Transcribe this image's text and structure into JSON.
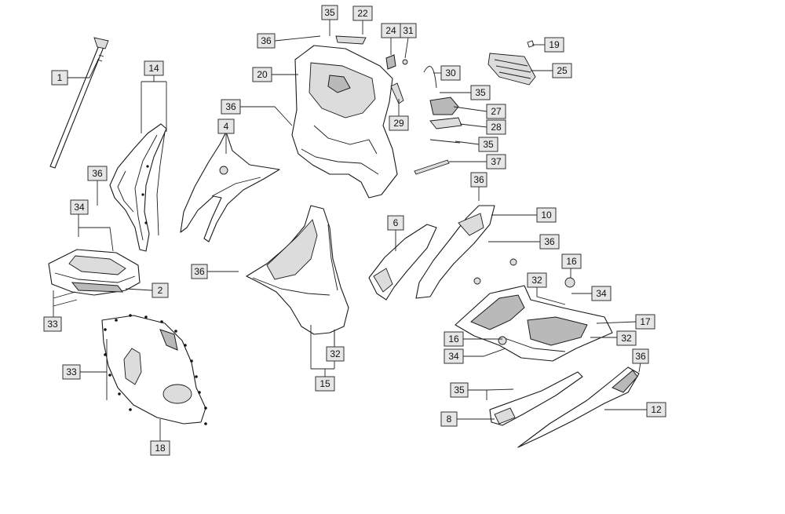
{
  "callouts": [
    {
      "id": "c1",
      "label": "1"
    },
    {
      "id": "c2",
      "label": "2"
    },
    {
      "id": "c4",
      "label": "4"
    },
    {
      "id": "c6",
      "label": "6"
    },
    {
      "id": "c8",
      "label": "8"
    },
    {
      "id": "c10",
      "label": "10"
    },
    {
      "id": "c12",
      "label": "12"
    },
    {
      "id": "c14",
      "label": "14"
    },
    {
      "id": "c15",
      "label": "15"
    },
    {
      "id": "c16a",
      "label": "16"
    },
    {
      "id": "c16b",
      "label": "16"
    },
    {
      "id": "c17",
      "label": "17"
    },
    {
      "id": "c18",
      "label": "18"
    },
    {
      "id": "c19",
      "label": "19"
    },
    {
      "id": "c20",
      "label": "20"
    },
    {
      "id": "c22",
      "label": "22"
    },
    {
      "id": "c24",
      "label": "24"
    },
    {
      "id": "c25",
      "label": "25"
    },
    {
      "id": "c27",
      "label": "27"
    },
    {
      "id": "c28",
      "label": "28"
    },
    {
      "id": "c29",
      "label": "29"
    },
    {
      "id": "c30",
      "label": "30"
    },
    {
      "id": "c31",
      "label": "31"
    },
    {
      "id": "c32a",
      "label": "32"
    },
    {
      "id": "c32b",
      "label": "32"
    },
    {
      "id": "c32c",
      "label": "32"
    },
    {
      "id": "c33a",
      "label": "33"
    },
    {
      "id": "c33b",
      "label": "33"
    },
    {
      "id": "c34a",
      "label": "34"
    },
    {
      "id": "c34b",
      "label": "34"
    },
    {
      "id": "c34c",
      "label": "34"
    },
    {
      "id": "c35a",
      "label": "35"
    },
    {
      "id": "c35b",
      "label": "35"
    },
    {
      "id": "c35c",
      "label": "35"
    },
    {
      "id": "c35d",
      "label": "35"
    },
    {
      "id": "c36a",
      "label": "36"
    },
    {
      "id": "c36b",
      "label": "36"
    },
    {
      "id": "c36c",
      "label": "36"
    },
    {
      "id": "c36d",
      "label": "36"
    },
    {
      "id": "c36e",
      "label": "36"
    },
    {
      "id": "c36f",
      "label": "36"
    },
    {
      "id": "c36g",
      "label": "36"
    },
    {
      "id": "c37",
      "label": "37"
    }
  ]
}
